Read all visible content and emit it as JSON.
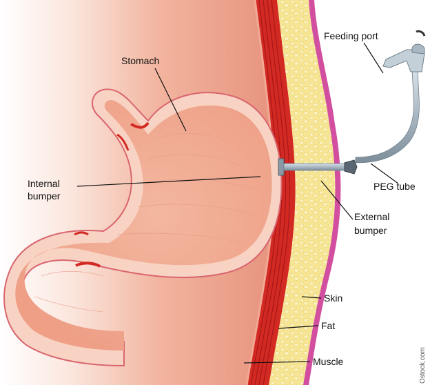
{
  "labels": {
    "stomach": "Stomach",
    "feeding_port": "Feeding port",
    "internal_bumper_line1": "Internal",
    "internal_bumper_line2": "bumper",
    "peg_tube": "PEG tube",
    "external_bumper_line1": "External",
    "external_bumper_line2": "bumper",
    "skin": "Skin",
    "fat": "Fat",
    "muscle": "Muscle"
  },
  "credit": "Ostock.com",
  "colors": {
    "background_gradient_start": "#e9a58f",
    "background_gradient_end": "#ffffff",
    "stomach_fill": "#f2b9a3",
    "stomach_outline": "#d9656f",
    "stomach_wall": "#f7d6c8",
    "muscle_red": "#d22a22",
    "muscle_dark": "#a8141a",
    "fat_yellow": "#f2e089",
    "skin_pink": "#d24fa0",
    "tube_gray": "#b8c5cf",
    "tube_dark": "#6f7f8c",
    "leader_line": "#111111"
  },
  "icons": [
    "peg-tube-device"
  ]
}
